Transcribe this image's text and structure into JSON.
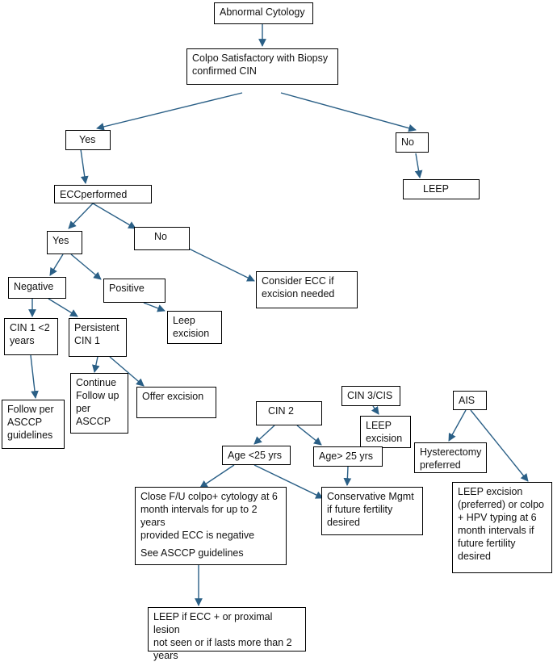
{
  "colors": {
    "edge": "#2a5f86",
    "border": "#000000",
    "text": "#111111"
  },
  "nodes": {
    "abnormal": "Abnormal Cytology",
    "colpo": "Colpo Satisfactory with Biopsy\nconfirmed CIN",
    "yes1": "Yes",
    "no1": "No",
    "leep1": "LEEP",
    "ecc": "ECCperformed",
    "yes2": "Yes",
    "no2": "No",
    "consider": "Consider ECC if\nexcision needed",
    "negative": "Negative",
    "positive": "Positive",
    "leep_excision": "Leep\nexcision",
    "cin1lt2": "CIN 1 <2\nyears",
    "persistent": "Persistent\nCIN 1",
    "followper": "Follow per\nASCCP\nguidelines",
    "continue": "Continue\nFollow up\nper\nASCCP",
    "offer": "Offer excision",
    "cin2": "CIN 2",
    "cin3": "CIN 3/CIS",
    "leep_excision2": "LEEP\nexcision",
    "ais": "AIS",
    "hyst": "Hysterectomy\npreferred",
    "age_lt": "Age <25 yrs",
    "age_gt": "Age> 25 yrs",
    "close": "Close F/U colpo+ cytology at 6\nmonth intervals for up to 2 years\nprovided ECC is negative",
    "close_see": "See ASCCP guidelines",
    "conservative": "Conservative Mgmt\nif future fertility\ndesired",
    "leep_pref": "LEEP excision\n(preferred) or colpo\n+ HPV typing at 6\nmonth intervals if\nfuture fertility\ndesired",
    "leep_ecc": "LEEP if ECC + or proximal lesion\nnot seen or if lasts more than 2\nyears"
  }
}
